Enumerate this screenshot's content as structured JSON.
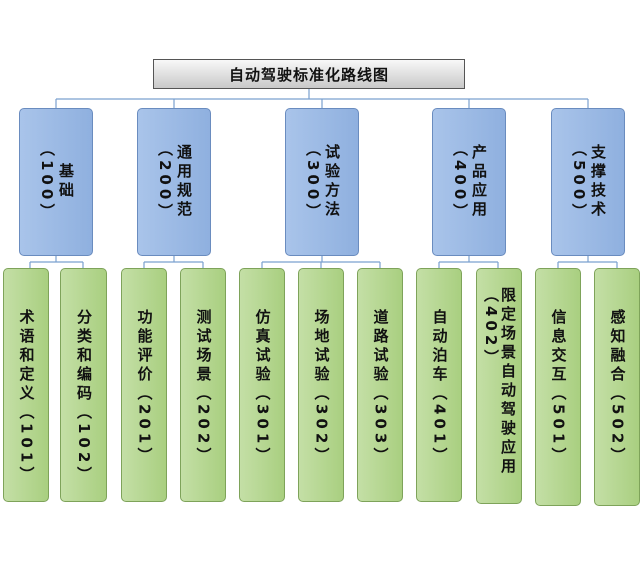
{
  "title": "自动驾驶标准化路线图",
  "categories": [
    {
      "lines": [
        "基础",
        "（100）"
      ]
    },
    {
      "lines": [
        "通用规范",
        "（200）"
      ]
    },
    {
      "lines": [
        "试验方法",
        "（300）"
      ]
    },
    {
      "lines": [
        "产品应用",
        "（400）"
      ]
    },
    {
      "lines": [
        "支撑技术",
        "（500）"
      ]
    }
  ],
  "leaves": [
    {
      "lines": [
        "术语和定义（101）"
      ]
    },
    {
      "lines": [
        "分类和编码（102）"
      ]
    },
    {
      "lines": [
        "功能评价（201）"
      ]
    },
    {
      "lines": [
        "测试场景（202）"
      ]
    },
    {
      "lines": [
        "仿真试验（301）"
      ]
    },
    {
      "lines": [
        "场地试验（302）"
      ]
    },
    {
      "lines": [
        "道路试验（303）"
      ]
    },
    {
      "lines": [
        "自动泊车（401）"
      ]
    },
    {
      "lines": [
        "限定场景自动驾驶应用",
        "（402）"
      ]
    },
    {
      "lines": [
        "信息交互（501）"
      ]
    },
    {
      "lines": [
        "感知融合（502）"
      ]
    }
  ]
}
